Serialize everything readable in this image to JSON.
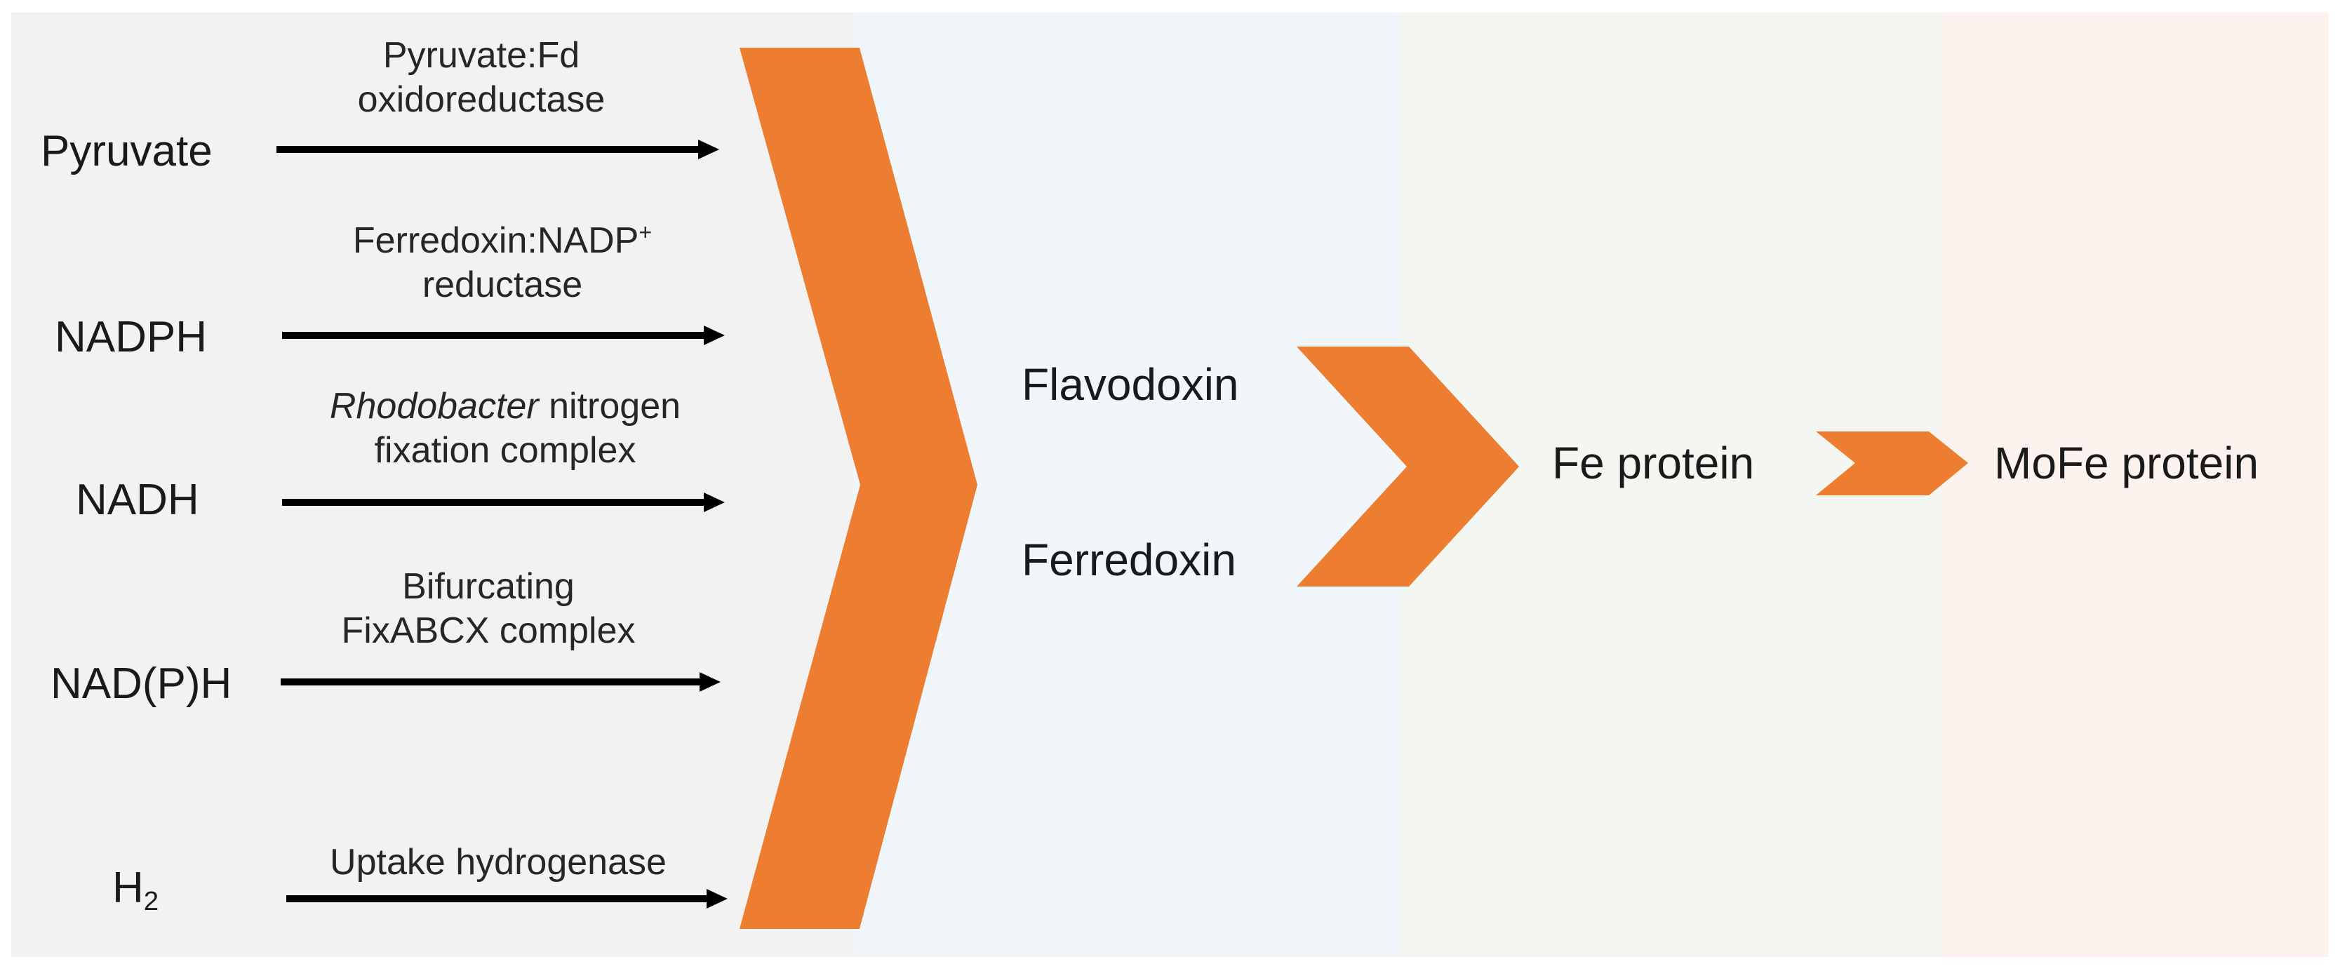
{
  "substrates": [
    {
      "name": "Pyruvate"
    },
    {
      "name": "NADPH"
    },
    {
      "name": "NADH"
    },
    {
      "name": "NAD(P)H"
    },
    {
      "name_main": "H",
      "name_sub": "2"
    }
  ],
  "enzymes": [
    {
      "line1": "Pyruvate:Fd",
      "line2": "oxidoreductase"
    },
    {
      "line1_main": "Ferredoxin:NADP",
      "line1_sup": "+",
      "line2": "reductase"
    },
    {
      "line1_italic": "Rhodobacter",
      "line1_rest": " nitrogen",
      "line2": "fixation complex"
    },
    {
      "line1": "Bifurcating",
      "line2": "FixABCX complex"
    },
    {
      "line1": "Uptake hydrogenase"
    }
  ],
  "carriers": [
    "Flavodoxin",
    "Ferredoxin"
  ],
  "fe_protein": "Fe protein",
  "mofe_protein": "MoFe protein",
  "colors": {
    "chevron": "#ed7d31",
    "panel_1": "#f2f2f2",
    "panel_2": "#f1f6fa",
    "panel_3": "#f3f6f1",
    "panel_4": "#fcf3ef"
  }
}
